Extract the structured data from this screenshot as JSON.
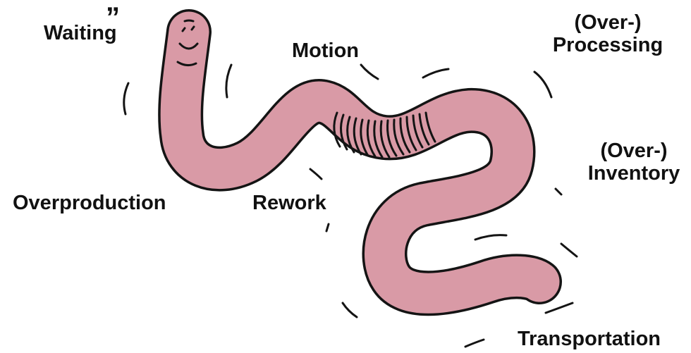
{
  "colors": {
    "worm_body": "#d99aa6",
    "outline": "#141414",
    "background": "#ffffff"
  },
  "labels": {
    "waiting": "Waiting",
    "quote_mark": "”",
    "motion": "Motion",
    "over_processing_line1": "(Over-)",
    "over_processing_line2": "Processing",
    "over_inventory_line1": "(Over-)",
    "over_inventory_line2": "Inventory",
    "overproduction": "Overproduction",
    "rework": "Rework",
    "transportation": "Transportation"
  }
}
